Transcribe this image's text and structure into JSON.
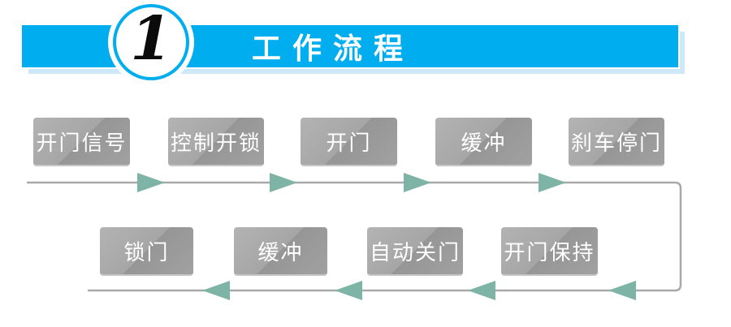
{
  "header": {
    "badge_number": "1",
    "title": "工作流程",
    "banner_color": "#00AEEF",
    "banner_shadow_color": "#CDE9F7",
    "title_color": "#FFFFFF"
  },
  "flow": {
    "top_steps": [
      {
        "label": "开门信号"
      },
      {
        "label": "控制开锁"
      },
      {
        "label": "开门"
      },
      {
        "label": "缓冲"
      },
      {
        "label": "刹车停门"
      }
    ],
    "bottom_steps": [
      {
        "label": "锁门"
      },
      {
        "label": "缓冲"
      },
      {
        "label": "自动关门"
      },
      {
        "label": "开门保持"
      }
    ],
    "top_row_direction": "right",
    "bottom_row_direction": "left",
    "box_color": "#A0A0A0",
    "box_text_color": "#FFFFFF",
    "line_color": "#A9A9A9",
    "arrow_color": "#7DB4A5"
  }
}
